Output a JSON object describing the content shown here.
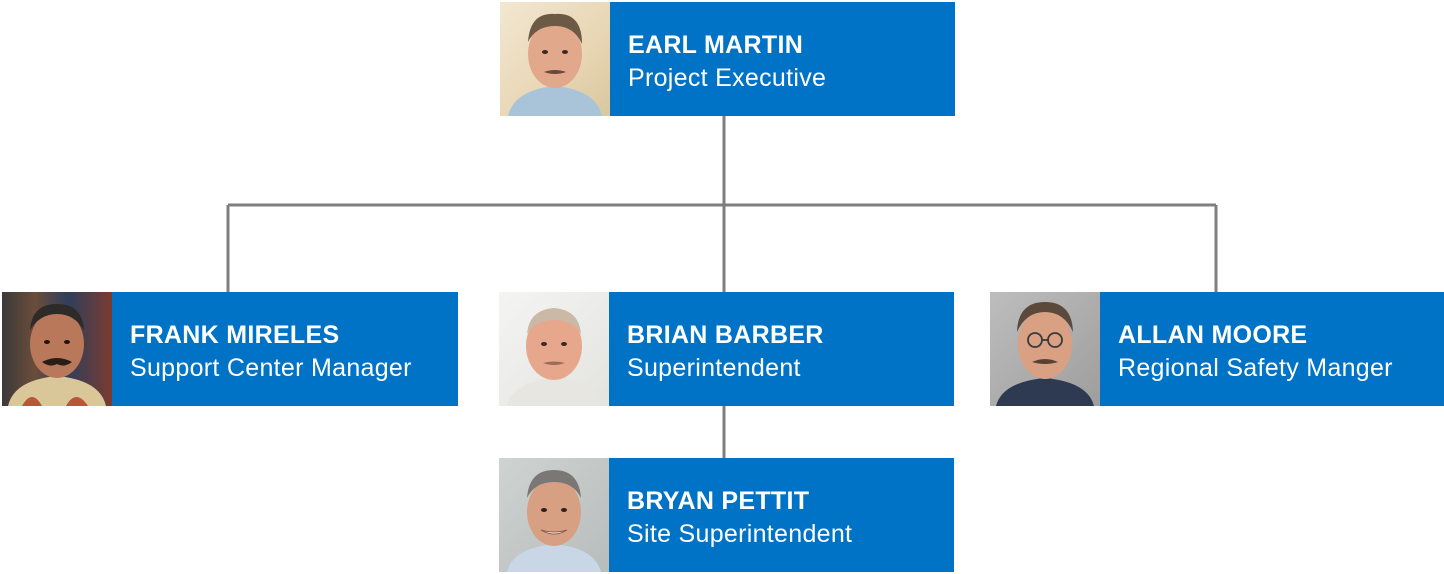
{
  "org_chart": {
    "line_color": "#7f7f7f",
    "box_color": "#0173c7",
    "people": {
      "earl": {
        "name": "EARL MARTIN",
        "role": "Project Executive",
        "photo": "portrait-photo"
      },
      "frank": {
        "name": "FRANK MIRELES",
        "role": "Support Center Manager",
        "photo": "portrait-photo"
      },
      "brian": {
        "name": "BRIAN BARBER",
        "role": "Superintendent",
        "photo": "portrait-photo"
      },
      "allan": {
        "name": "ALLAN MOORE",
        "role": "Regional Safety Manger",
        "photo": "portrait-photo"
      },
      "bryan": {
        "name": "BRYAN PETTIT",
        "role": "Site Superintendent",
        "photo": "portrait-photo"
      }
    },
    "reports_to": {
      "frank": "earl",
      "brian": "earl",
      "allan": "earl",
      "bryan": "brian"
    }
  }
}
